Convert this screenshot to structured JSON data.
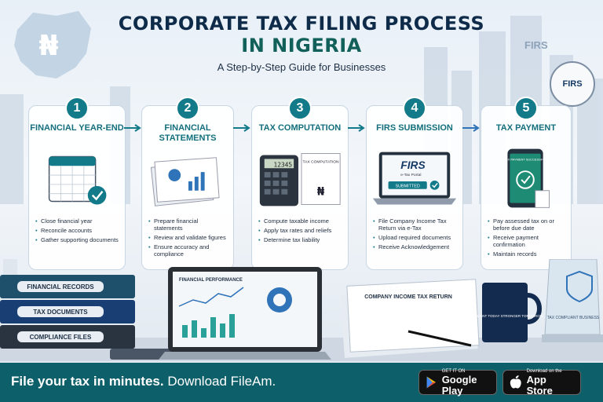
{
  "header": {
    "title_line1": "CORPORATE TAX FILING PROCESS",
    "title_line2": "IN NIGERIA",
    "subtitle": "A Step-by-Step Guide for Businesses",
    "map_symbol": "₦",
    "building_sign": "FIRS",
    "seal_text": "FIRS"
  },
  "steps": [
    {
      "number": "1",
      "title": "FINANCIAL YEAR-END",
      "bullets": [
        "Close financial year",
        "Reconcile accounts",
        "Gather supporting documents"
      ]
    },
    {
      "number": "2",
      "title": "FINANCIAL STATEMENTS",
      "bullets": [
        "Prepare financial statements",
        "Review and validate figures",
        "Ensure accuracy and compliance"
      ]
    },
    {
      "number": "3",
      "title": "TAX COMPUTATION",
      "illus_calc": "12345",
      "illus_doc": "TAX COMPUTATION",
      "illus_symbol": "₦",
      "bullets": [
        "Compute taxable income",
        "Apply tax rates and reliefs",
        "Determine tax liability"
      ]
    },
    {
      "number": "4",
      "title": "FIRS SUBMISSION",
      "illus_brand": "FIRS",
      "illus_portal": "e-Tax Portal",
      "illus_status": "SUBMITTED",
      "bullets": [
        "File Company Income Tax Return via e-Tax",
        "Upload required documents",
        "Receive Acknowledgement"
      ]
    },
    {
      "number": "5",
      "title": "TAX PAYMENT",
      "illus_phone": "TAX PAYMENT SUCCESSFUL",
      "bullets": [
        "Pay assessed tax on or before due date",
        "Receive payment confirmation",
        "Maintain records"
      ]
    }
  ],
  "desk": {
    "binders": [
      "FINANCIAL RECORDS",
      "TAX DOCUMENTS",
      "COMPLIANCE FILES"
    ],
    "laptop_title": "FINANCIAL PERFORMANCE",
    "doc_title": "COMPANY INCOME TAX RETURN",
    "mug_text": "COMPLIANT TODAY STRONGER TOMORROW",
    "trophy_text": "TAX COMPLIANT BUSINESS"
  },
  "footer": {
    "promo_bold": "File your tax in minutes.",
    "promo_rest": " Download FileAm.",
    "google_small": "GET IT ON",
    "google_big": "Google Play",
    "apple_small": "Download on the",
    "apple_big": "App Store"
  },
  "colors": {
    "accent": "#137a8a",
    "title": "#0f2b4a",
    "footer": "#0d5f69"
  }
}
